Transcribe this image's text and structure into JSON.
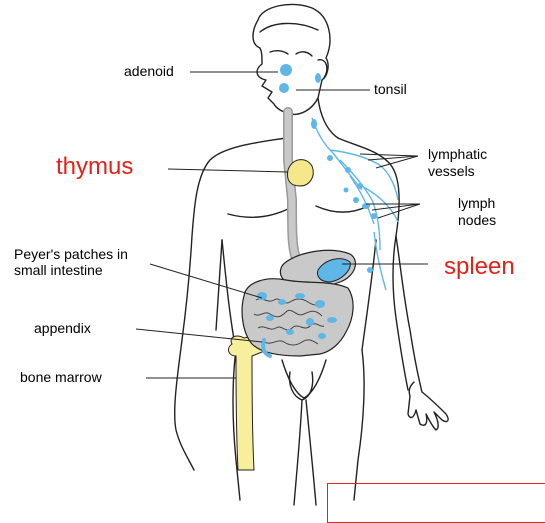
{
  "labels": {
    "adenoid": "adenoid",
    "tonsil": "tonsil",
    "thymus": "thymus",
    "lymphatic_vessels_1": "lymphatic",
    "lymphatic_vessels_2": "vessels",
    "lymph_nodes_1": "lymph",
    "lymph_nodes_2": "nodes",
    "peyers_1": "Peyer's patches in",
    "peyers_2": "small intestine",
    "spleen": "spleen",
    "appendix": "appendix",
    "bone_marrow": "bone marrow"
  },
  "colors": {
    "lymph_blue": "#5fb7e8",
    "thymus_yellow": "#f6e88a",
    "marrow_yellow": "#f7ef9c",
    "organ_gray": "#c9c9c9",
    "outline": "#222222",
    "label_red": "#e2231a"
  }
}
